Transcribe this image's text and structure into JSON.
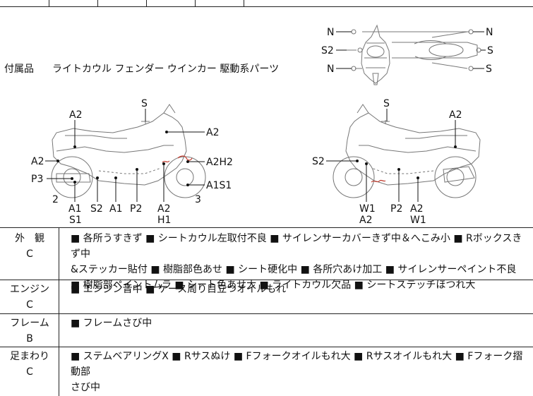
{
  "accessories": {
    "label": "付属品",
    "items": "ライトカウル フェンダー ウインカー 駆動系パーツ"
  },
  "top_view_labels": {
    "left_top": "N",
    "left_mid": "S2",
    "left_bottom": "N",
    "right_top": "N",
    "right_mid": "S",
    "right_bottom": "S"
  },
  "left_side_labels": {
    "a2_top": "A2",
    "s_top": "S",
    "a2_right": "A2",
    "a2_left": "A2",
    "a2h2": "A2H2",
    "p3": "P3",
    "a1s1": "A1S1",
    "num2": "2",
    "num3": "3",
    "a1": "A1",
    "s1": "S1",
    "s2": "S2",
    "a1b": "A1",
    "p2": "P2",
    "a2b": "A2",
    "h1": "H1"
  },
  "right_side_labels": {
    "s_top": "S",
    "a2_top": "A2",
    "s2": "S2",
    "w1": "W1",
    "a2": "A2",
    "p2": "P2",
    "a2b": "A2",
    "w1b": "W1"
  },
  "sections": [
    {
      "name": "外　観",
      "grade": "C",
      "lines": [
        "■ 各所うすきず ■ シートカウル左取付不良 ■ サイレンサーカバーきず中＆へこみ小 ■ Rボックスきず中",
        "&ステッカー貼付 ■ 樹脂部色あせ ■ シート硬化中 ■ 各所穴あけ加工 ■ サイレンサーペイント不良",
        "■ 樹脂部ペイントムラ ■ シート色あせ大 ■ ライトカウル欠品 ■ シートステッチほつれ大"
      ]
    },
    {
      "name": "エンジン",
      "grade": "C",
      "lines": [
        "■ エンジン音中 ■ ケース周り目立つオイルもれ"
      ]
    },
    {
      "name": "フレーム",
      "grade": "B",
      "lines": [
        "■ フレームさび中"
      ]
    },
    {
      "name": "足まわり",
      "grade": "C",
      "lines": [
        "■ ステムベアリングX ■ Rサスぬけ ■ Fフォークオイルもれ大 ■ Rサスオイルもれ大 ■ Fフォーク摺動部",
        "さび中"
      ]
    }
  ]
}
